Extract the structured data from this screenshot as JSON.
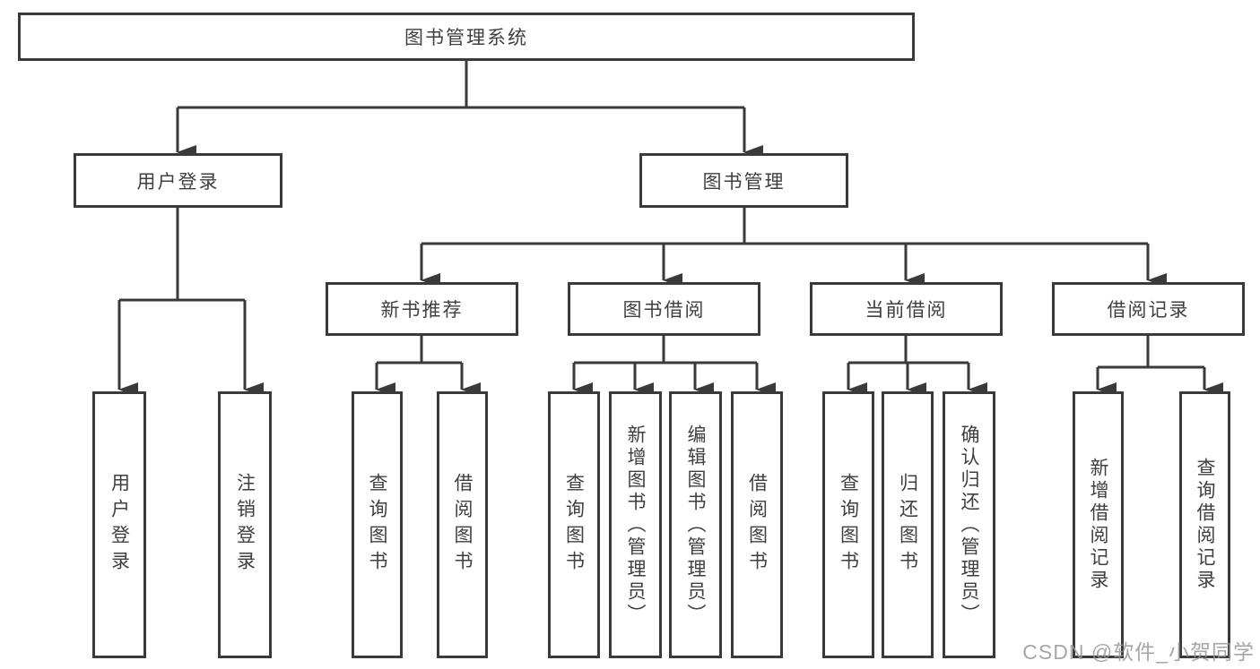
{
  "diagram": {
    "root": {
      "label": "图书管理系统"
    },
    "level2": {
      "user_login": {
        "label": "用户登录"
      },
      "book_management": {
        "label": "图书管理"
      }
    },
    "level3": {
      "new_book_recommend": {
        "label": "新书推荐"
      },
      "book_borrowing": {
        "label": "图书借阅"
      },
      "current_borrowing": {
        "label": "当前借阅"
      },
      "borrowing_records": {
        "label": "借阅记录"
      }
    },
    "leaves": {
      "user_login": {
        "label": "用户登录"
      },
      "logout": {
        "label": "注销登录"
      },
      "nb_query_books": {
        "label": "查询图书"
      },
      "nb_borrow_books": {
        "label": "借阅图书"
      },
      "bb_query_books": {
        "label": "查询图书"
      },
      "bb_add_books": {
        "label": "新增图书（管理员）"
      },
      "bb_edit_books": {
        "label": "编辑图书（管理员）"
      },
      "bb_borrow_books": {
        "label": "借阅图书"
      },
      "cb_query_books": {
        "label": "查询图书"
      },
      "cb_return_books": {
        "label": "归还图书"
      },
      "cb_confirm_return": {
        "label": "确认归还（管理员）"
      },
      "br_add_record": {
        "label": "新增借阅记录"
      },
      "br_query_record": {
        "label": "查询借阅记录"
      }
    }
  },
  "watermark": {
    "text": "CSDN @软件_小贺同学"
  },
  "colors": {
    "line": "#3a3a3a",
    "text": "#3f3f3f",
    "box_fill": "#ffffff",
    "watermark": "#969696",
    "background": "#ffffff"
  }
}
